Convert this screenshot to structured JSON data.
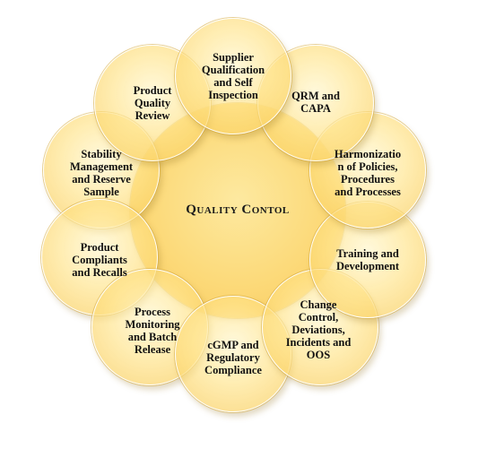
{
  "center": {
    "label": "Quality Contol"
  },
  "nodes": [
    {
      "id": "supplier",
      "label": "Supplier\nQualification\nand Self\nInspection"
    },
    {
      "id": "qrm",
      "label": "QRM and\nCAPA"
    },
    {
      "id": "harmonization",
      "label": "Harmonizatio\nn of Policies,\nProcedures\nand Processes"
    },
    {
      "id": "training",
      "label": "Training and\nDevelopment"
    },
    {
      "id": "change-control",
      "label": "Change\nControl,\nDeviations,\nIncidents and\nOOS"
    },
    {
      "id": "gmp",
      "label": "cGMP and\nRegulatory\nCompliance"
    },
    {
      "id": "process",
      "label": "Process\nMonitoring\nand Batch\nRelease"
    },
    {
      "id": "complaints",
      "label": "Product\nCompliants\nand Recalls"
    },
    {
      "id": "stability",
      "label": "Stability\nManagement\nand Reserve\nSample"
    },
    {
      "id": "pqr",
      "label": "Product\nQuality\nReview"
    }
  ]
}
